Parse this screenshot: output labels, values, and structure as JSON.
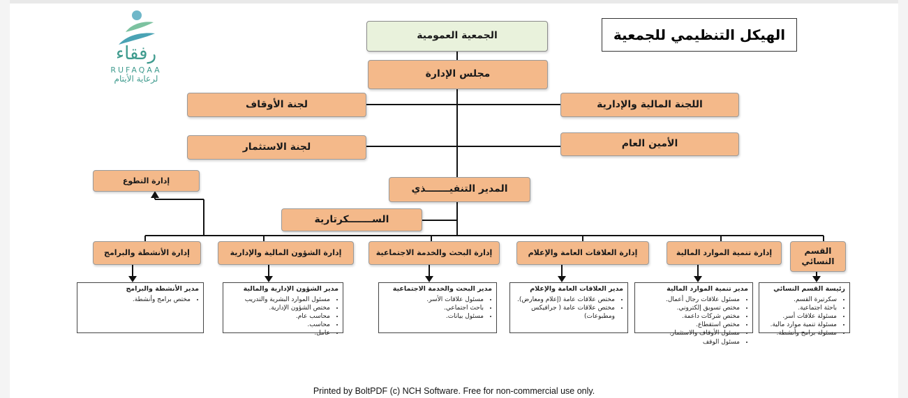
{
  "logo": {
    "arabic_name": "رفقاء",
    "latin_name": "RUFAQAA",
    "tagline": "لرعاية الأيتام"
  },
  "title": "الهيكل التنظيمي للجمعية",
  "nodes": {
    "general_assembly": "الجمعية العمومية",
    "board": "مجلس الإدارة",
    "finance_admin_committee": "اللجنة المالية والإدارية",
    "endowments_committee": "لجنة الأوقاف",
    "secretary_general": "الأمين العام",
    "investment_committee": "لجنة الاستثمار",
    "executive_director": "المدير التنفيـــــــذي",
    "volunteering": "إدارة التطوع",
    "secretariat": "الســـــــكرتارية"
  },
  "departments": [
    {
      "name": "القسم النسائي",
      "head": "رئيسة القسم النسائي",
      "items": [
        "سكرتيرة القسم.",
        "باحثة اجتماعية.",
        "مسئولة علاقات أسر.",
        "مسئولة تنمية موارد مالية.",
        "مسئولة برامج وأنشطة."
      ]
    },
    {
      "name": "إدارة تنمية الموارد المالية",
      "head": "مدير تنمية الموارد المالية",
      "items": [
        "مسئول علاقات رجال أعمال.",
        "مختص تسويق إلكتروني.",
        "مختص شركات داعمة.",
        "مختص استقطاع.",
        "مسئول الأوقاف والاستثمار.",
        "مسئول الوقف"
      ]
    },
    {
      "name": "إدارة العلاقات العامة والإعلام",
      "head": "مدير العلاقات العامة والإعلام",
      "items": [
        "مختص علاقات عامة (إعلام ومعارض).",
        "مختص علاقات عامة ( جرافيكس ومطبوعات)"
      ]
    },
    {
      "name": "إدارة البحث والخدمة الاجتماعية",
      "head": "مدير البحث والخدمة الاجتماعية",
      "items": [
        "مسئول علاقات الأسر.",
        "باحث اجتماعي.",
        "مسئول بيانات."
      ]
    },
    {
      "name": "إدارة الشؤون المالية والإدارية",
      "head": "مدير الشؤون الإدارية والمالية",
      "items": [
        "مسئول الموارد البشرية والتدريب",
        "مختص الشؤون الإدارية.",
        "محاسب عام.",
        "محاسب.",
        "عامل."
      ]
    },
    {
      "name": "إدارة الأنشطة والبرامج",
      "head": "مدير الأنشطة والبرامج",
      "items": [
        "مختص برامج وأنشطة."
      ]
    }
  ],
  "footer": "Printed by BoltPDF (c) NCH Software. Free for non-commercial use only."
}
